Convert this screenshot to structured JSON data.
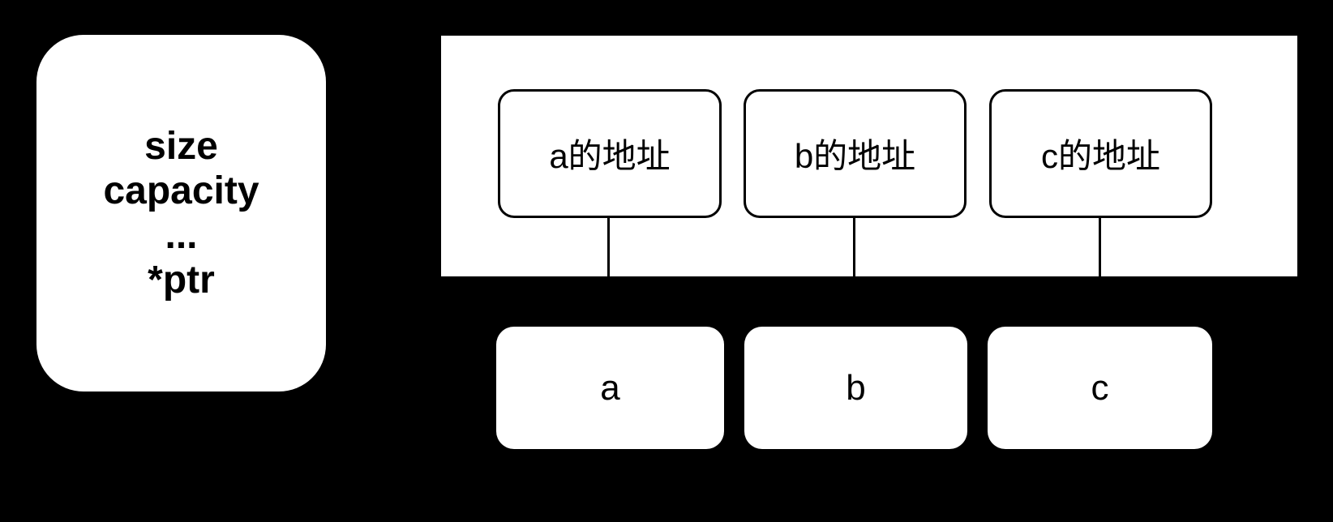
{
  "colors": {
    "background": "#000000",
    "box_fill": "#ffffff",
    "stroke": "#000000",
    "text": "#000000"
  },
  "diagram": {
    "left_box": {
      "lines": [
        "size",
        "capacity",
        "...",
        "*ptr"
      ]
    },
    "columns": [
      {
        "address_label": "a的地址",
        "value_label": "a"
      },
      {
        "address_label": "b的地址",
        "value_label": "b"
      },
      {
        "address_label": "c的地址",
        "value_label": "c"
      }
    ]
  }
}
